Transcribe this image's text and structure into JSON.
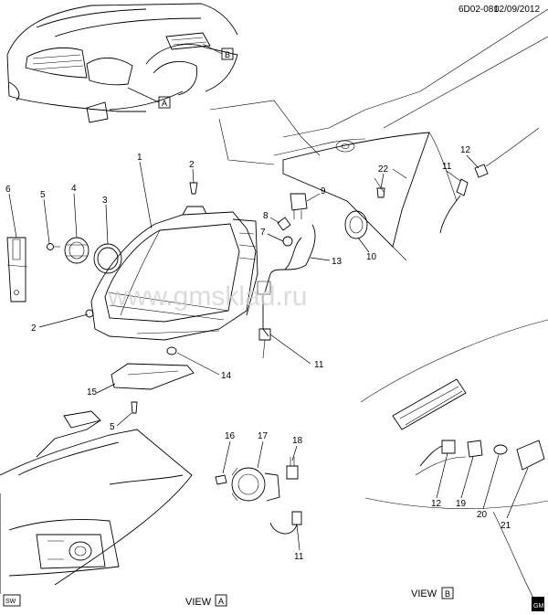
{
  "header": {
    "code": "6D02-081",
    "date": "02/09/2012"
  },
  "watermark": "www.gmsklad.ru",
  "badges": {
    "sw": "SW",
    "gm": "GM"
  },
  "views": {
    "a_label": "VIEW",
    "a_letter": "A",
    "b_label": "VIEW",
    "b_letter": "B"
  },
  "inset_tags": {
    "a": "A",
    "b": "B"
  },
  "callouts": {
    "c1": "1",
    "c2a": "2",
    "c2b": "2",
    "c3": "3",
    "c4": "4",
    "c5a": "5",
    "c5b": "5",
    "c6": "6",
    "c7": "7",
    "c8": "8",
    "c9": "9",
    "c10": "10",
    "c11a": "11",
    "c11b": "11",
    "c11c": "11",
    "c12a": "12",
    "c12b": "12",
    "c13": "13",
    "c14": "14",
    "c15": "15",
    "c16": "16",
    "c17": "17",
    "c18": "18",
    "c19": "19",
    "c20": "20",
    "c21": "21",
    "c22": "22"
  }
}
